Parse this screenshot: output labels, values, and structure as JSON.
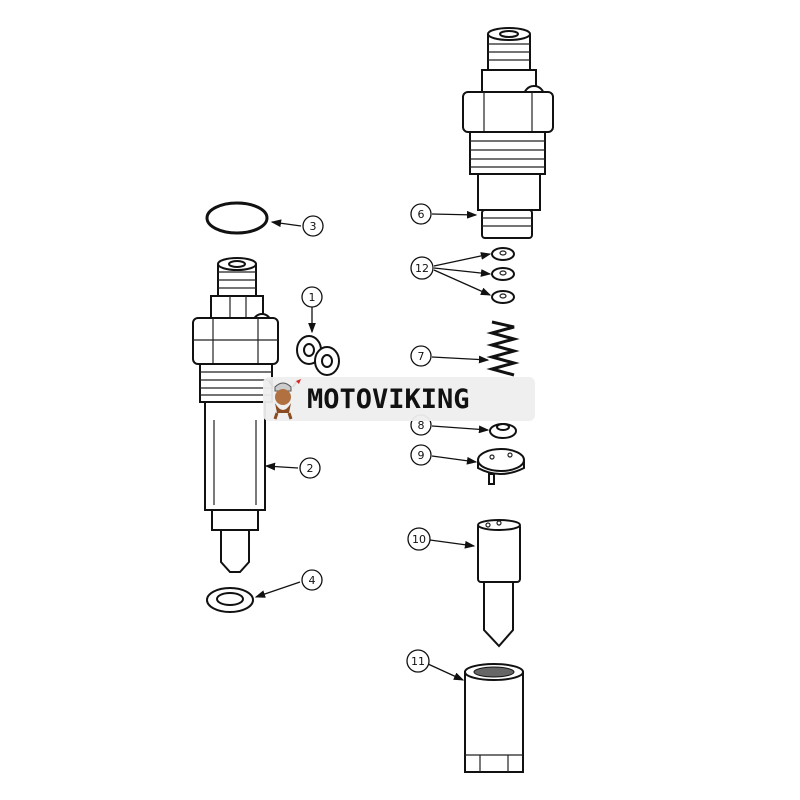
{
  "callouts": [
    {
      "id": "1",
      "label": "1"
    },
    {
      "id": "2",
      "label": "2"
    },
    {
      "id": "3",
      "label": "3"
    },
    {
      "id": "4",
      "label": "4"
    },
    {
      "id": "6",
      "label": "6"
    },
    {
      "id": "7",
      "label": "7"
    },
    {
      "id": "8",
      "label": "8"
    },
    {
      "id": "9",
      "label": "9"
    },
    {
      "id": "10",
      "label": "10"
    },
    {
      "id": "11",
      "label": "11"
    },
    {
      "id": "12",
      "label": "12"
    }
  ],
  "watermark": {
    "text": "MOTOVIKING",
    "logo_icon": "viking-mascot-icon"
  }
}
